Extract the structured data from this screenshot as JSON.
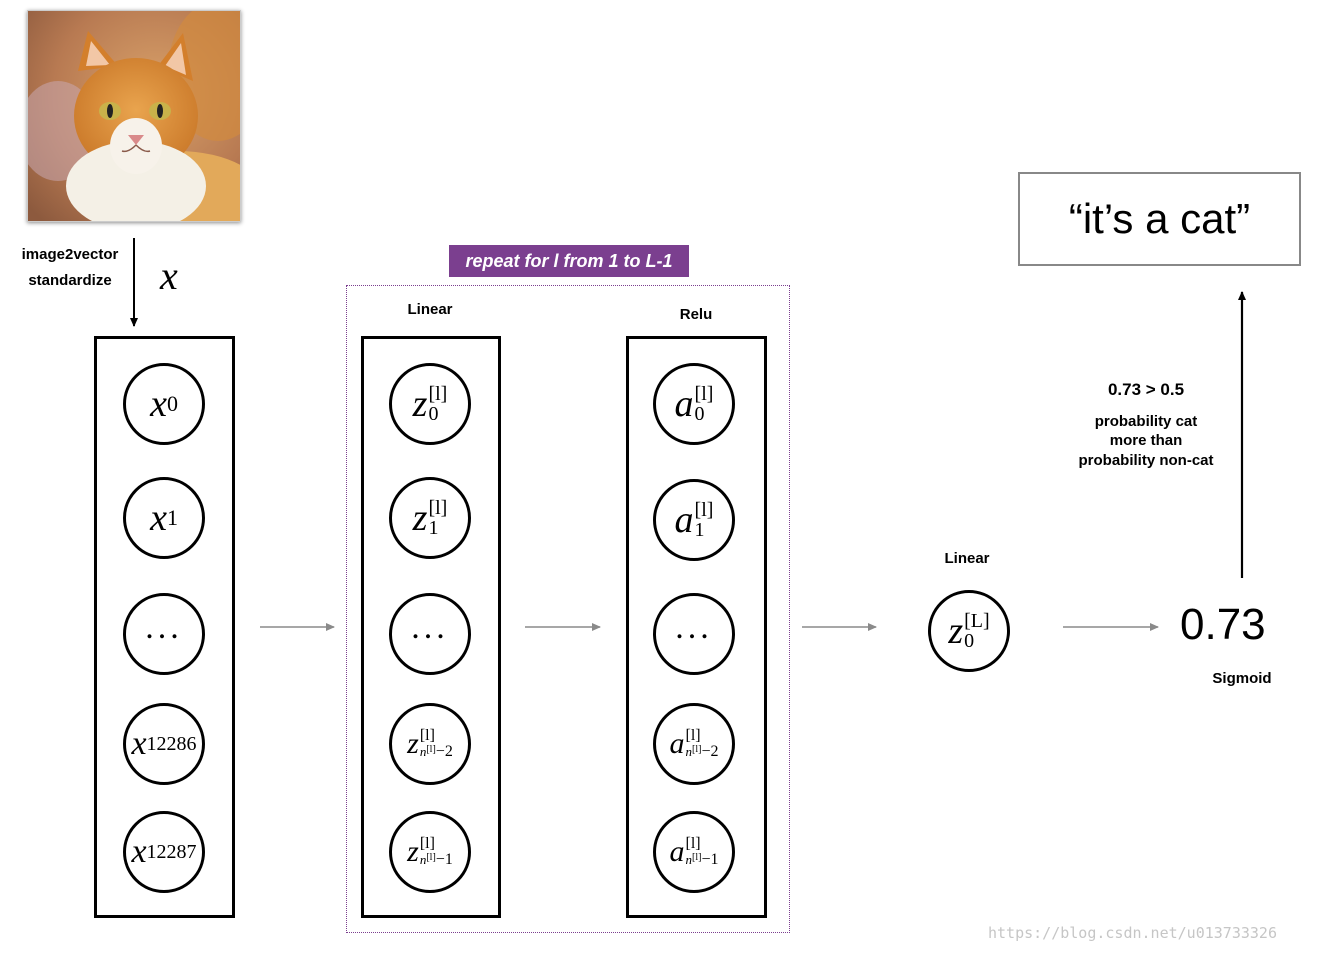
{
  "input": {
    "label_image2vector": "image2vector",
    "label_standardize": "standardize",
    "label_x": "x",
    "nodes": [
      {
        "base": "x",
        "sub": "0"
      },
      {
        "base": "x",
        "sub": "1"
      },
      {
        "dots": "..."
      },
      {
        "base": "x",
        "sub": "12286"
      },
      {
        "base": "x",
        "sub": "12287"
      }
    ]
  },
  "repeat": {
    "badge": "repeat for l from 1 to L-1",
    "linear_label": "Linear",
    "relu_label": "Relu",
    "z_nodes": [
      {
        "base": "z",
        "sup": "[l]",
        "sub": "0"
      },
      {
        "base": "z",
        "sup": "[l]",
        "sub": "1"
      },
      {
        "dots": "..."
      },
      {
        "base": "z",
        "sup": "[l]",
        "sub_n": "n",
        "sub_n_sup": "[l]",
        "sub_tail": "−2"
      },
      {
        "base": "z",
        "sup": "[l]",
        "sub_n": "n",
        "sub_n_sup": "[l]",
        "sub_tail": "−1"
      }
    ],
    "a_nodes": [
      {
        "base": "a",
        "sup": "[l]",
        "sub": "0"
      },
      {
        "base": "a",
        "sup": "[l]",
        "sub": "1"
      },
      {
        "dots": "..."
      },
      {
        "base": "a",
        "sup": "[l]",
        "sub_n": "n",
        "sub_n_sup": "[l]",
        "sub_tail": "−2"
      },
      {
        "base": "a",
        "sup": "[l]",
        "sub_n": "n",
        "sub_n_sup": "[l]",
        "sub_tail": "−1"
      }
    ]
  },
  "output": {
    "linear_label": "Linear",
    "z_final": {
      "base": "z",
      "sup": "[L]",
      "sub": "0"
    },
    "value": "0.73",
    "sigmoid_label": "Sigmoid",
    "comparison": "0.73 > 0.5",
    "explanation_line1": "probability cat",
    "explanation_line2": "more than",
    "explanation_line3": "probability non-cat",
    "result": "“it’s a cat”"
  },
  "watermark": "https://blog.csdn.net/u013733326",
  "colors": {
    "badge": "#7b3f8f",
    "arrow_gray": "#8a8a8a",
    "result_border": "#888888"
  }
}
